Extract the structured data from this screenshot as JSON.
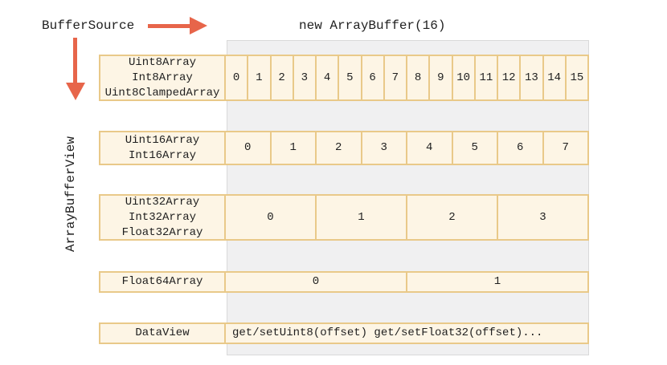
{
  "header": {
    "buffer_source_label": "BufferSource",
    "array_buffer_label": "new ArrayBuffer(16)"
  },
  "side": {
    "array_buffer_view_label": "ArrayBufferView"
  },
  "icons": {
    "right_arrow": "arrow-right-icon",
    "down_arrow": "arrow-down-icon"
  },
  "colors": {
    "arrow": "#e7654a",
    "cell_bg": "#fdf5e5",
    "cell_border": "#e9c989",
    "buffer_bg": "#f0f0f1",
    "buffer_border": "#d9d9d9"
  },
  "buffer_views": {
    "rows": [
      {
        "label_lines": [
          "Uint8Array",
          "Int8Array",
          "Uint8ClampedArray"
        ],
        "cells": [
          "0",
          "1",
          "2",
          "3",
          "4",
          "5",
          "6",
          "7",
          "8",
          "9",
          "10",
          "11",
          "12",
          "13",
          "14",
          "15"
        ]
      },
      {
        "label_lines": [
          "Uint16Array",
          "Int16Array"
        ],
        "cells": [
          "0",
          "1",
          "2",
          "3",
          "4",
          "5",
          "6",
          "7"
        ]
      },
      {
        "label_lines": [
          "Uint32Array",
          "Int32Array",
          "Float32Array"
        ],
        "cells": [
          "0",
          "1",
          "2",
          "3"
        ]
      },
      {
        "label_lines": [
          "Float64Array"
        ],
        "cells": [
          "0",
          "1"
        ]
      },
      {
        "label_lines": [
          "DataView"
        ],
        "cells": [
          "get/setUint8(offset) get/setFloat32(offset)..."
        ]
      }
    ]
  }
}
